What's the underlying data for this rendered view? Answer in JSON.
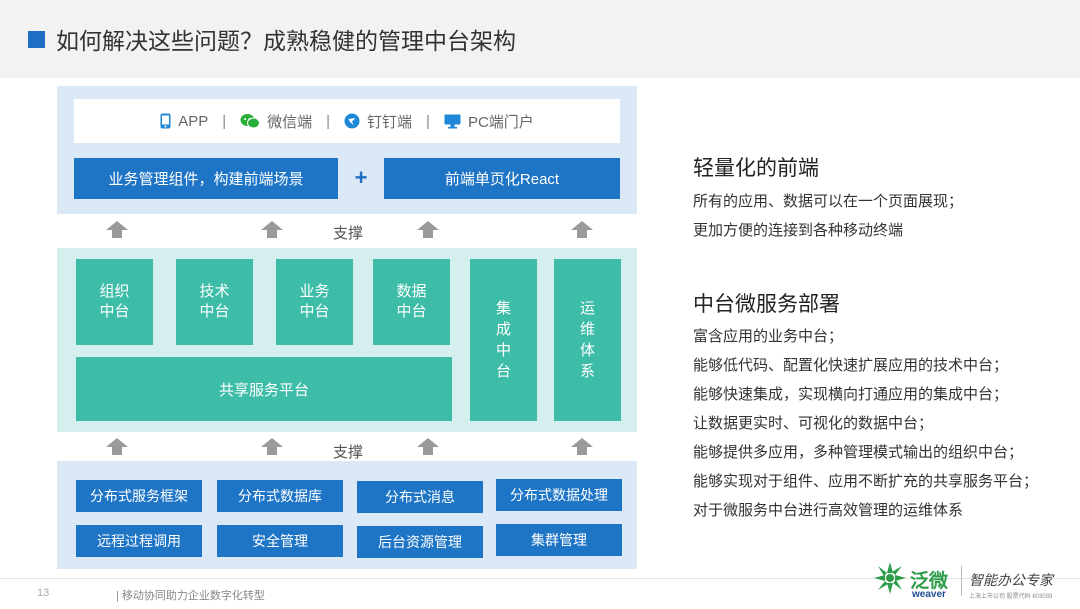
{
  "title": "如何解决这些问题？成熟稳健的管理中台架构",
  "terminals": [
    {
      "icon": "phone-icon",
      "label": "APP"
    },
    {
      "icon": "wechat-icon",
      "label": "微信端"
    },
    {
      "icon": "dingtalk-icon",
      "label": "钉钉端"
    },
    {
      "icon": "monitor-icon",
      "label": "PC端门户"
    }
  ],
  "terminal_separator": "|",
  "frontend": {
    "left": "业务管理组件，构建前端场景",
    "plus": "+",
    "right": "前端单页化React"
  },
  "support_label_1": "支撑",
  "support_label_2": "支撑",
  "middle": {
    "org": [
      "组织",
      "中台"
    ],
    "tech": [
      "技术",
      "中台"
    ],
    "business": [
      "业务",
      "中台"
    ],
    "data": [
      "数据",
      "中台"
    ],
    "integration": [
      "集",
      "成",
      "中",
      "台"
    ],
    "ops": [
      "运",
      "维",
      "体",
      "系"
    ],
    "shared": "共享服务平台"
  },
  "bottom": {
    "row1": [
      "分布式服务框架",
      "分布式数据库",
      "分布式消息",
      "分布式数据处理"
    ],
    "row2": [
      "远程过程调用",
      "安全管理",
      "后台资源管理",
      "集群管理"
    ]
  },
  "right": {
    "heading1": "轻量化的前端",
    "lines1": [
      "所有的应用、数据可以在一个页面展现；",
      "更加方便的连接到各种移动终端"
    ],
    "heading2": "中台微服务部署",
    "lines2": [
      "富含应用的业务中台；",
      "能够低代码、配置化快速扩展应用的技术中台；",
      "能够快速集成，实现横向打通应用的集成中台；",
      "让数据更实时、可视化的数据中台；",
      "能够提供多应用，多种管理模式输出的组织中台；",
      "能够实现对于组件、应用不断扩充的共享服务平台；",
      "对于微服务中台进行高效管理的运维体系"
    ]
  },
  "footer": {
    "page": "13",
    "text": "| 移动协同助力企业数字化转型",
    "logo_cn": "泛微",
    "logo_en": "weaver",
    "slogan": "智能办公专家",
    "slogan_sub": "上海上市公司 股票代码 603039"
  },
  "colors": {
    "accent": "#1e75c6",
    "teal": "#3dbda7",
    "panel_blue": "#dbe9f6",
    "panel_teal": "#d5efee",
    "logo_green": "#2e9d4a"
  }
}
